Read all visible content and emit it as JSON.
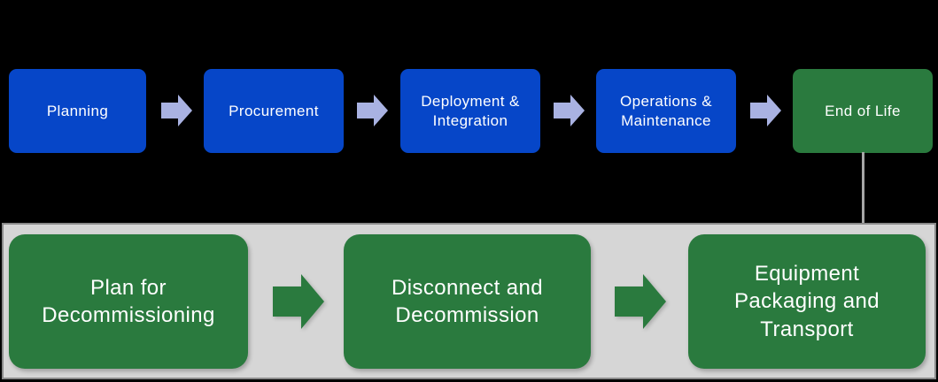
{
  "diagram": {
    "title_hint": "IT equipment lifecycle with end-of-life decommissioning sub-process",
    "background_color": "#000000",
    "lifecycle_row": {
      "stages": [
        {
          "label": "Planning",
          "color": "#0646c8"
        },
        {
          "label": "Procurement",
          "color": "#0646c8"
        },
        {
          "label": "Deployment & Integration",
          "color": "#0646c8"
        },
        {
          "label": "Operations & Maintenance",
          "color": "#0646c8"
        },
        {
          "label": "End of Life",
          "color": "#2a7a3e"
        }
      ],
      "arrow_color": "#a9b2e2",
      "text_color": "#ffffff"
    },
    "connector": {
      "from": "End of Life",
      "to": "decommission-panel",
      "color": "#a6a6a6"
    },
    "decommission_panel": {
      "background_color": "#d6d6d6",
      "border_color": "#8a8a8a",
      "box_color": "#2a7a3e",
      "arrow_color": "#2a7a3e",
      "text_color": "#ffffff",
      "steps": [
        {
          "label": "Plan for Decommissioning"
        },
        {
          "label": "Disconnect and Decommission"
        },
        {
          "label": "Equipment Packaging and Transport"
        }
      ]
    }
  }
}
